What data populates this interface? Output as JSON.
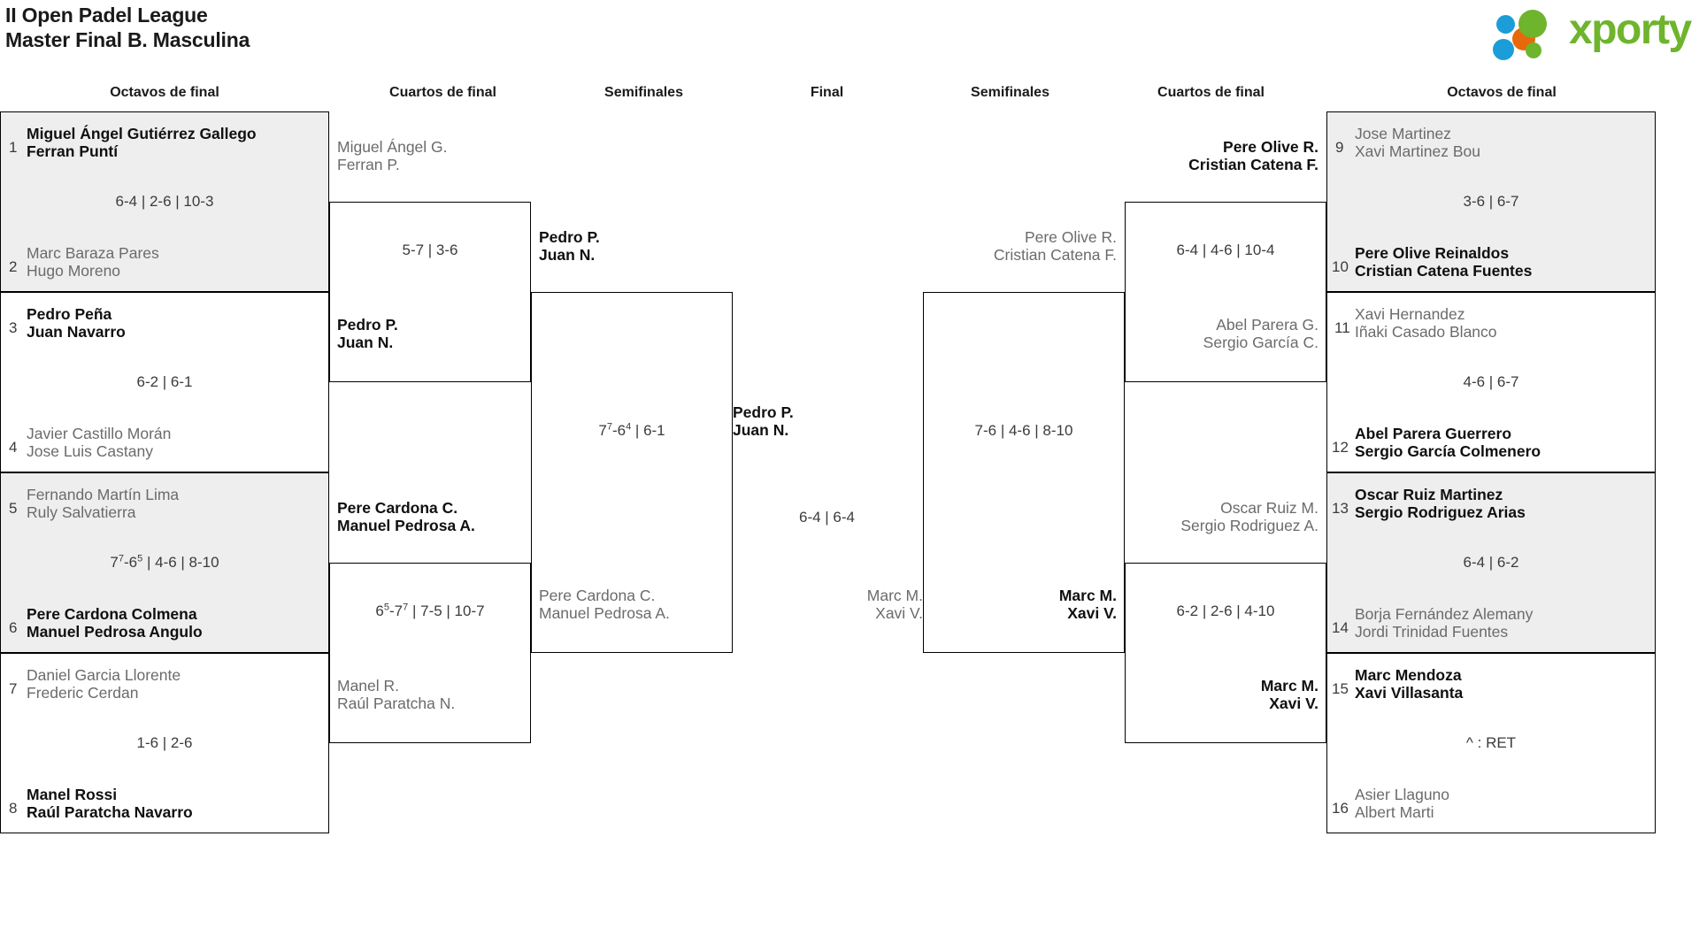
{
  "header": {
    "title_line1": "II Open Padel League",
    "title_line2": "Master Final B. Masculina",
    "logo_text": "xporty",
    "logo_colors": {
      "green": "#6fb42d",
      "blue": "#1b9dd9",
      "orange": "#e8690b"
    }
  },
  "columns": [
    {
      "id": "octavos-left",
      "label": "Octavos de final"
    },
    {
      "id": "cuartos-left",
      "label": "Cuartos de final"
    },
    {
      "id": "semis-left",
      "label": "Semifinales"
    },
    {
      "id": "final",
      "label": "Final"
    },
    {
      "id": "semis-right",
      "label": "Semifinales"
    },
    {
      "id": "cuartos-right",
      "label": "Cuartos de final"
    },
    {
      "id": "octavos-right",
      "label": "Octavos de final"
    }
  ],
  "octavos_left": [
    {
      "seed_a": "1",
      "a_l1": "Miguel Ángel Gutiérrez Gallego",
      "a_l2": "Ferran Puntí",
      "a_win": true,
      "score": "6-4 | 2-6 | 10-3",
      "seed_b": "2",
      "b_l1": "Marc Baraza Pares",
      "b_l2": "Hugo Moreno",
      "b_win": false
    },
    {
      "seed_a": "3",
      "a_l1": "Pedro Peña",
      "a_l2": "Juan Navarro",
      "a_win": true,
      "score": "6-2 | 6-1",
      "seed_b": "4",
      "b_l1": "Javier Castillo Morán",
      "b_l2": "Jose Luis Castany",
      "b_win": false
    },
    {
      "seed_a": "5",
      "a_l1": "Fernando Martín Lima",
      "a_l2": "Ruly Salvatierra",
      "a_win": false,
      "score": "7<sup>7</sup>-6<sup>5</sup> | 4-6 | 8-10",
      "seed_b": "6",
      "b_l1": "Pere Cardona Colmena",
      "b_l2": "Manuel Pedrosa Angulo",
      "b_win": true
    },
    {
      "seed_a": "7",
      "a_l1": "Daniel Garcia Llorente",
      "a_l2": "Frederic Cerdan",
      "a_win": false,
      "score": "1-6 | 2-6",
      "seed_b": "8",
      "b_l1": "Manel Rossi",
      "b_l2": "Raúl Paratcha Navarro",
      "b_win": true
    }
  ],
  "cuartos_left": [
    {
      "a_l1": "Miguel Ángel G.",
      "a_l2": "Ferran P.",
      "a_win": false,
      "score": "5-7 | 3-6",
      "b_l1": "Pedro P.",
      "b_l2": "Juan N.",
      "b_win": true
    },
    {
      "a_l1": "Pere Cardona C.",
      "a_l2": "Manuel Pedrosa A.",
      "a_win": true,
      "score": "6<sup>5</sup>-7<sup>7</sup> | 7-5 | 10-7",
      "b_l1": "Manel R.",
      "b_l2": "Raúl Paratcha N.",
      "b_win": false
    }
  ],
  "semis_left": [
    {
      "a_l1": "Pedro P.",
      "a_l2": "Juan N.",
      "a_win": true,
      "score": "7<sup>7</sup>-6<sup>4</sup> | 6-1",
      "b_l1": "Pere Cardona C.",
      "b_l2": "Manuel Pedrosa A.",
      "b_win": false
    }
  ],
  "final_match": {
    "a_l1": "Pedro P.",
    "a_l2": "Juan N.",
    "a_win": true,
    "score": "6-4 | 6-4",
    "b_l1": "Marc M.",
    "b_l2": "Xavi V.",
    "b_win": false
  },
  "semis_right": [
    {
      "a_l1": "Pere Olive R.",
      "a_l2": "Cristian Catena F.",
      "a_win": false,
      "score": "7-6 | 4-6 | 8-10",
      "b_l1": "Marc M.",
      "b_l2": "Xavi V.",
      "b_win": true
    }
  ],
  "cuartos_right": [
    {
      "a_l1": "Pere Olive R.",
      "a_l2": "Cristian Catena F.",
      "a_win": true,
      "score": "6-4 | 4-6 | 10-4",
      "b_l1": "Abel Parera G.",
      "b_l2": "Sergio García C.",
      "b_win": false
    },
    {
      "a_l1": "Oscar Ruiz M.",
      "a_l2": "Sergio Rodriguez A.",
      "a_win": false,
      "score": "6-2 | 2-6 | 4-10",
      "b_l1": "Marc M.",
      "b_l2": "Xavi V.",
      "b_win": true
    }
  ],
  "octavos_right": [
    {
      "seed_a": "9",
      "a_l1": "Jose Martinez",
      "a_l2": "Xavi Martinez Bou",
      "a_win": false,
      "score": "3-6 | 6-7",
      "seed_b": "10",
      "b_l1": "Pere Olive Reinaldos",
      "b_l2": "Cristian Catena Fuentes",
      "b_win": true
    },
    {
      "seed_a": "11",
      "a_l1": "Xavi Hernandez",
      "a_l2": "Iñaki Casado Blanco",
      "a_win": false,
      "score": "4-6 | 6-7",
      "seed_b": "12",
      "b_l1": "Abel Parera Guerrero",
      "b_l2": "Sergio García Colmenero",
      "b_win": true
    },
    {
      "seed_a": "13",
      "a_l1": "Oscar Ruiz Martinez",
      "a_l2": "Sergio Rodriguez Arias",
      "a_win": true,
      "score": "6-4 | 6-2",
      "seed_b": "14",
      "b_l1": "Borja Fernández Alemany",
      "b_l2": "Jordi Trinidad Fuentes",
      "b_win": false
    },
    {
      "seed_a": "15",
      "a_l1": "Marc Mendoza",
      "a_l2": "Xavi Villasanta",
      "a_win": true,
      "score": "^ : RET",
      "seed_b": "16",
      "b_l1": "Asier Llaguno",
      "b_l2": "Albert Marti",
      "b_win": false
    }
  ]
}
